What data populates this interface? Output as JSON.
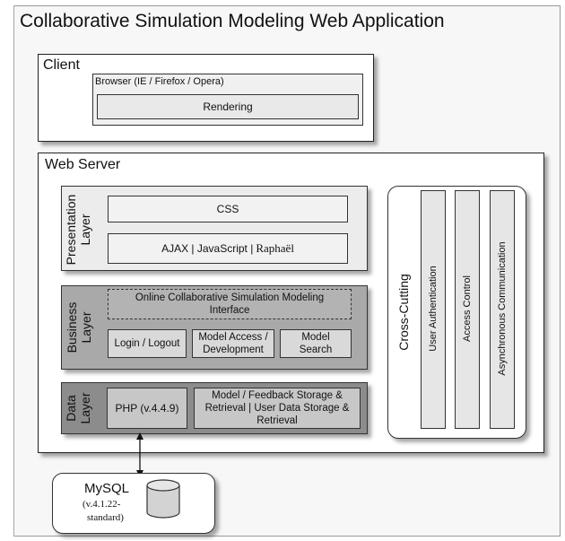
{
  "title": "Collaborative Simulation Modeling Web Application",
  "client": {
    "label": "Client",
    "browser": "Browser (IE / Firefox / Opera)",
    "rendering": "Rendering"
  },
  "web_server": {
    "label": "Web Server",
    "presentation": {
      "label_line1": "Presentation",
      "label_line2": "Layer",
      "css": "CSS",
      "ajax_a": "AJAX | JavaScript | ",
      "ajax_b": "Raphaël"
    },
    "business": {
      "label_line1": "Business",
      "label_line2": "Layer",
      "interface_line1": "Online Collaborative Simulation Modeling",
      "interface_line2": "Interface",
      "login": "Login / Logout",
      "model_access_line1": "Model Access /",
      "model_access_line2": "Development",
      "model_search_line1": "Model",
      "model_search_line2": "Search"
    },
    "data": {
      "label_line1": "Data",
      "label_line2": "Layer",
      "php": "PHP (v.4.4.9)",
      "storage_line1": "Model / Feedback Storage &",
      "storage_line2": "Retrieval | User Data Storage &",
      "storage_line3": "Retrieval"
    },
    "cross_cutting": {
      "label": "Cross-Cutting",
      "items": [
        "User Authentication",
        "Access Control",
        "Asynchronous Communication"
      ]
    }
  },
  "mysql": {
    "label": "MySQL",
    "version_line1": "(v.4.1.22-",
    "version_line2": "standard)"
  },
  "colors": {
    "presentation_bg": "#ececec",
    "business_bg": "#a9a9a9",
    "data_bg": "#8c8c8c",
    "inner_box_light": "#f2f2f2",
    "inner_box_mid": "#d9d9d9",
    "inner_box_dark": "#c7c7c7",
    "cross_column": "#e6e6e6"
  }
}
